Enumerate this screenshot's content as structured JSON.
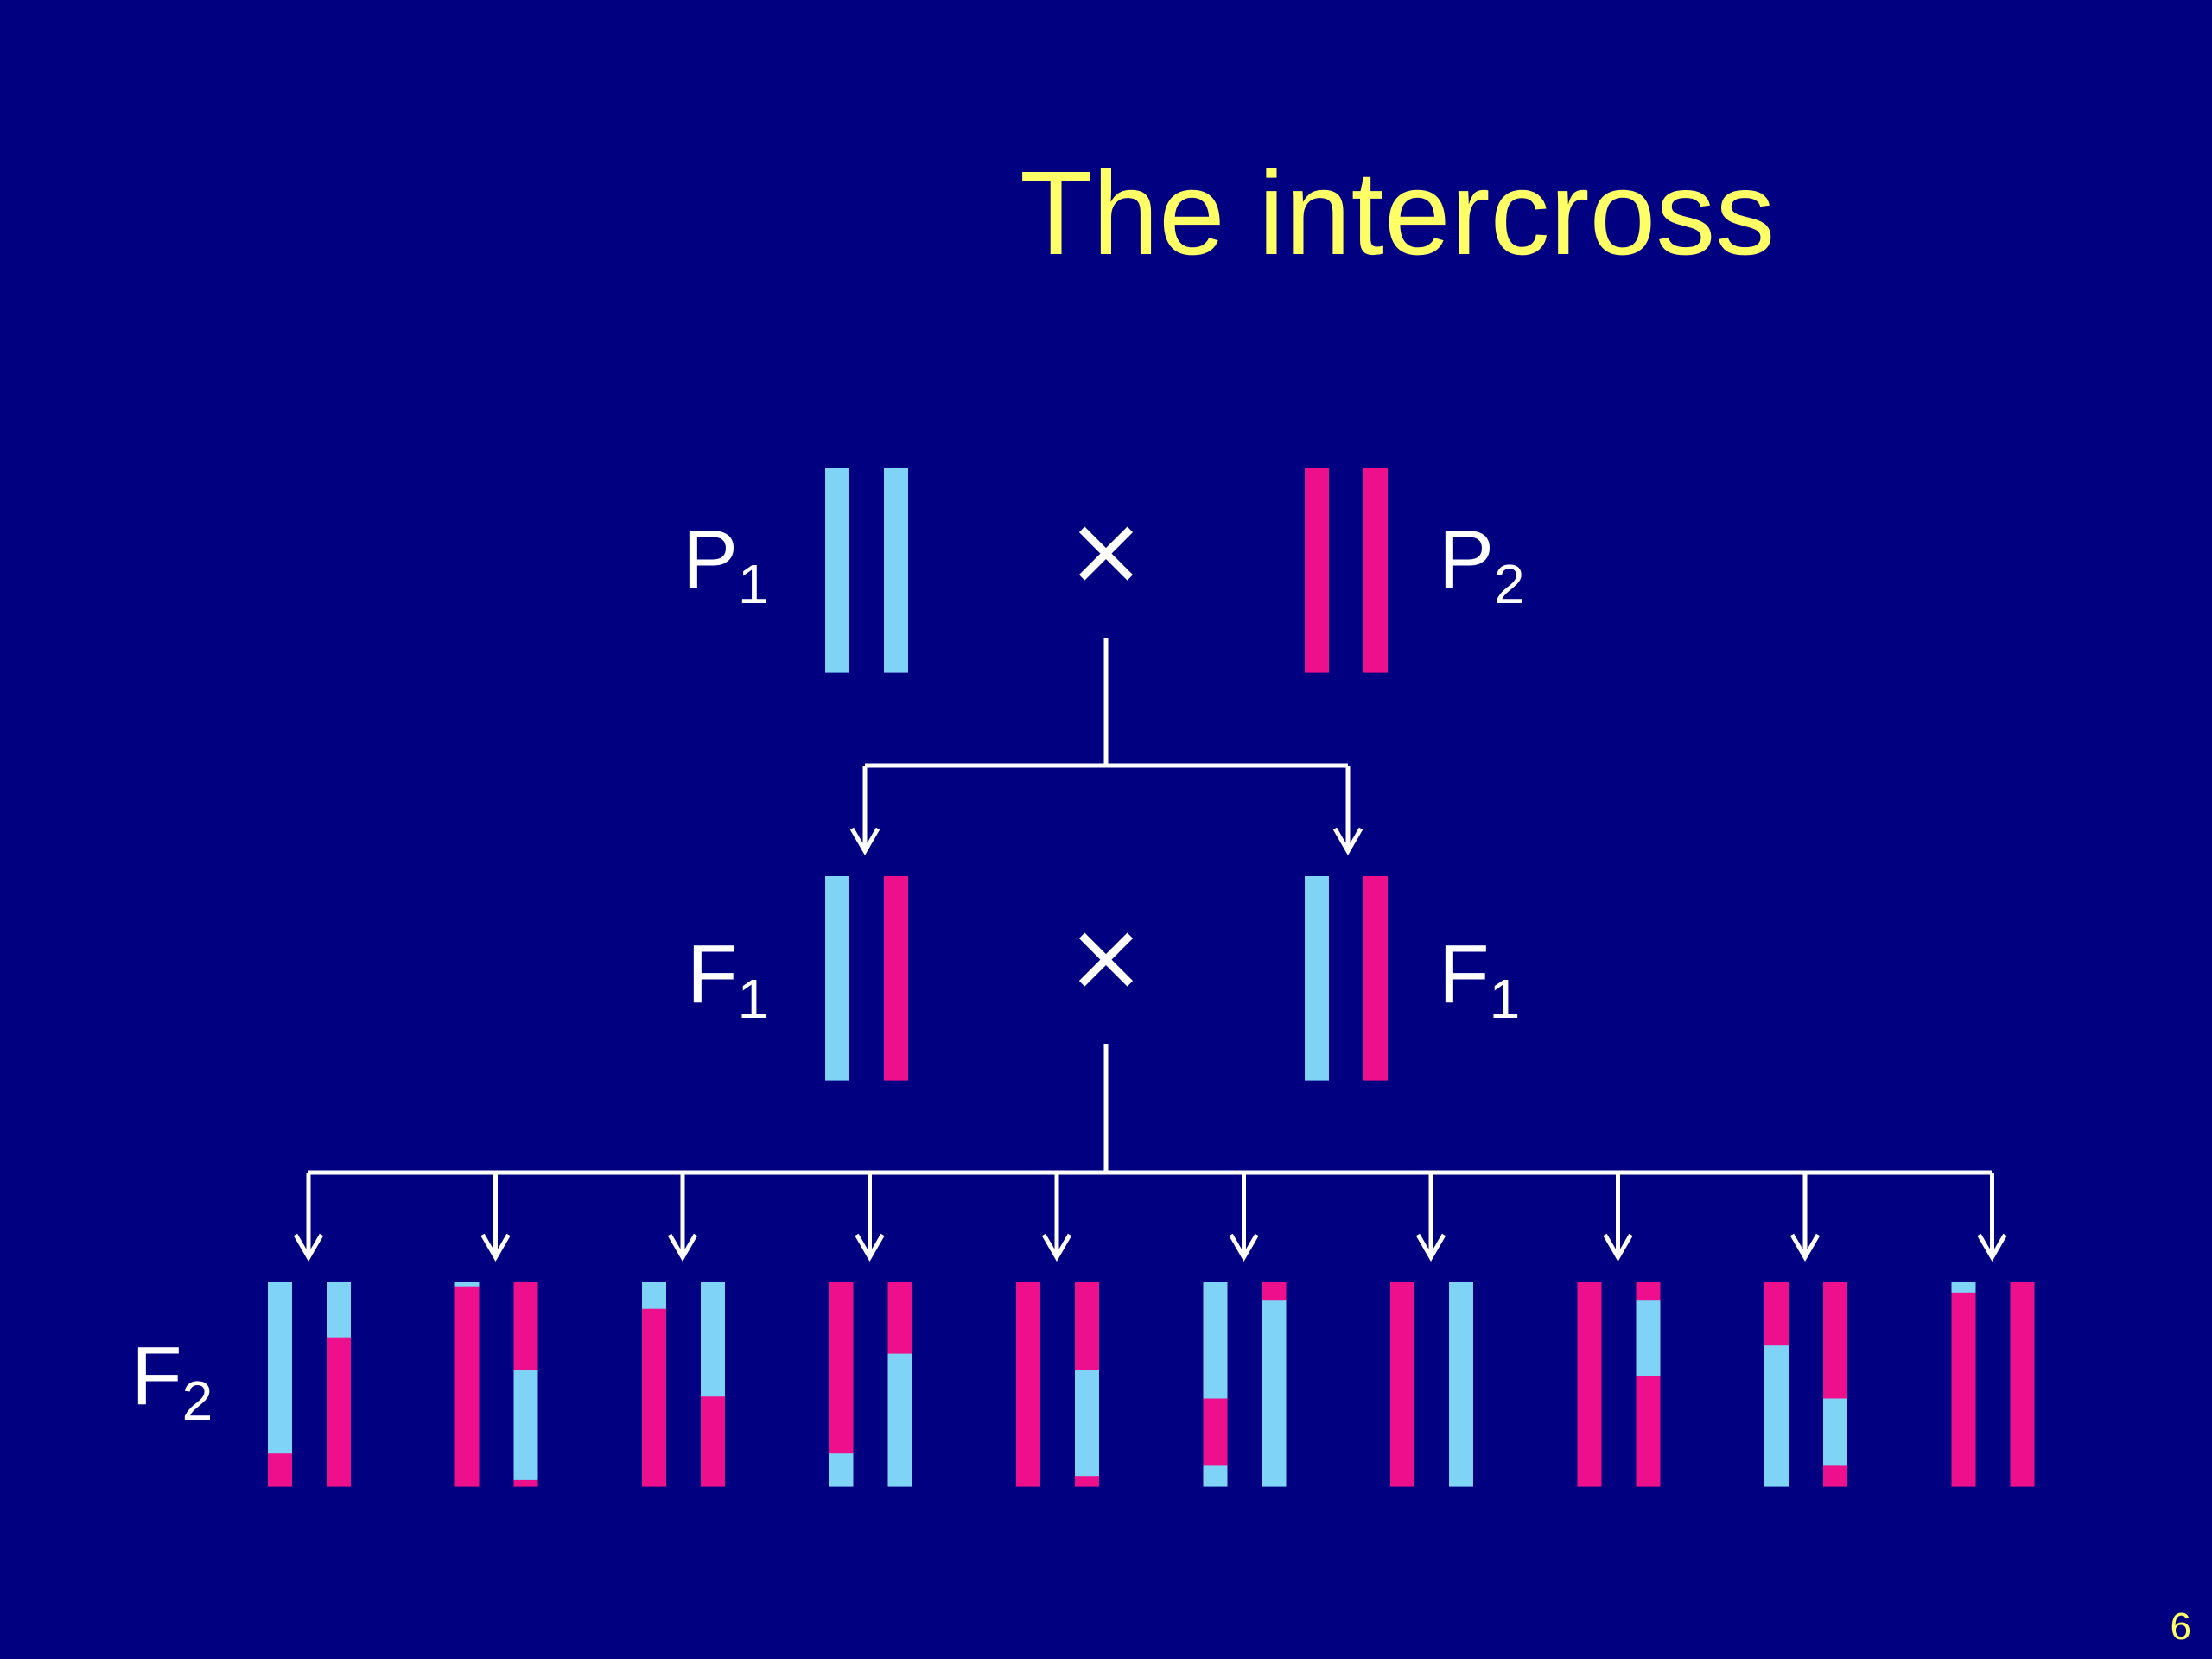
{
  "slide": {
    "title": "The intercross",
    "page_number": "6"
  },
  "colors": {
    "background": "#000080",
    "title": "#ffff66",
    "lines": "#ffffff",
    "strain_1": "#7fd3f7",
    "strain_2": "#ee0f8c"
  },
  "generations": {
    "p1": {
      "letter": "P",
      "sub": "1"
    },
    "p2": {
      "letter": "P",
      "sub": "2"
    },
    "f1_left": {
      "letter": "F",
      "sub": "1"
    },
    "f1_right": {
      "letter": "F",
      "sub": "1"
    },
    "f2": {
      "letter": "F",
      "sub": "2"
    }
  },
  "cross_symbol": "×",
  "chromosomes": {
    "p1": [
      [
        {
          "strain": "strain_1",
          "fraction": 1
        }
      ],
      [
        {
          "strain": "strain_1",
          "fraction": 1
        }
      ]
    ],
    "p2": [
      [
        {
          "strain": "strain_2",
          "fraction": 1
        }
      ],
      [
        {
          "strain": "strain_2",
          "fraction": 1
        }
      ]
    ],
    "f1_left": [
      [
        {
          "strain": "strain_1",
          "fraction": 1
        }
      ],
      [
        {
          "strain": "strain_2",
          "fraction": 1
        }
      ]
    ],
    "f1_right": [
      [
        {
          "strain": "strain_1",
          "fraction": 1
        }
      ],
      [
        {
          "strain": "strain_2",
          "fraction": 1
        }
      ]
    ],
    "f2": [
      [
        [
          {
            "strain": "strain_1",
            "fraction": 0.84
          },
          {
            "strain": "strain_2",
            "fraction": 0.16
          }
        ],
        [
          {
            "strain": "strain_1",
            "fraction": 0.27
          },
          {
            "strain": "strain_2",
            "fraction": 0.73
          }
        ]
      ],
      [
        [
          {
            "strain": "strain_1",
            "fraction": 0.02
          },
          {
            "strain": "strain_2",
            "fraction": 0.98
          }
        ],
        [
          {
            "strain": "strain_2",
            "fraction": 0.43
          },
          {
            "strain": "strain_1",
            "fraction": 0.54
          },
          {
            "strain": "strain_2",
            "fraction": 0.03
          }
        ]
      ],
      [
        [
          {
            "strain": "strain_1",
            "fraction": 0.13
          },
          {
            "strain": "strain_2",
            "fraction": 0.87
          }
        ],
        [
          {
            "strain": "strain_1",
            "fraction": 0.56
          },
          {
            "strain": "strain_2",
            "fraction": 0.44
          }
        ]
      ],
      [
        [
          {
            "strain": "strain_2",
            "fraction": 0.84
          },
          {
            "strain": "strain_1",
            "fraction": 0.16
          }
        ],
        [
          {
            "strain": "strain_2",
            "fraction": 0.35
          },
          {
            "strain": "strain_1",
            "fraction": 0.65
          }
        ]
      ],
      [
        [
          {
            "strain": "strain_2",
            "fraction": 1
          }
        ],
        [
          {
            "strain": "strain_2",
            "fraction": 0.43
          },
          {
            "strain": "strain_1",
            "fraction": 0.52
          },
          {
            "strain": "strain_2",
            "fraction": 0.05
          }
        ]
      ],
      [
        [
          {
            "strain": "strain_1",
            "fraction": 0.57
          },
          {
            "strain": "strain_2",
            "fraction": 0.33
          },
          {
            "strain": "strain_1",
            "fraction": 0.1
          }
        ],
        [
          {
            "strain": "strain_2",
            "fraction": 0.09
          },
          {
            "strain": "strain_1",
            "fraction": 0.91
          }
        ]
      ],
      [
        [
          {
            "strain": "strain_2",
            "fraction": 1
          }
        ],
        [
          {
            "strain": "strain_1",
            "fraction": 1
          }
        ]
      ],
      [
        [
          {
            "strain": "strain_2",
            "fraction": 1
          }
        ],
        [
          {
            "strain": "strain_2",
            "fraction": 0.09
          },
          {
            "strain": "strain_1",
            "fraction": 0.37
          },
          {
            "strain": "strain_2",
            "fraction": 0.54
          }
        ]
      ],
      [
        [
          {
            "strain": "strain_2",
            "fraction": 0.31
          },
          {
            "strain": "strain_1",
            "fraction": 0.69
          }
        ],
        [
          {
            "strain": "strain_2",
            "fraction": 0.57
          },
          {
            "strain": "strain_1",
            "fraction": 0.33
          },
          {
            "strain": "strain_2",
            "fraction": 0.1
          }
        ]
      ],
      [
        [
          {
            "strain": "strain_1",
            "fraction": 0.05
          },
          {
            "strain": "strain_2",
            "fraction": 0.95
          }
        ],
        [
          {
            "strain": "strain_2",
            "fraction": 1
          }
        ]
      ]
    ]
  }
}
